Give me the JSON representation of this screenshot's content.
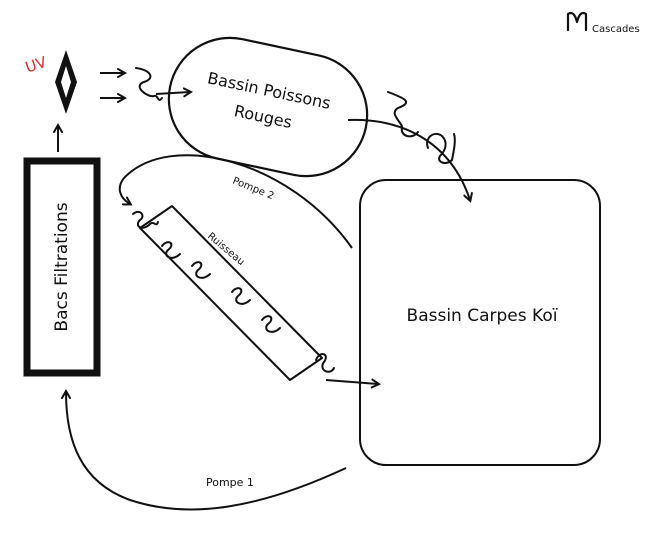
{
  "brand": {
    "logo_letter": "M",
    "name": "Cascades"
  },
  "labels": {
    "uv": "UV",
    "filtration": "Bacs Filtrations",
    "goldfish_pond_line1": "Bassin Poissons",
    "goldfish_pond_line2": "Rouges",
    "koi_pond": "Bassin Carpes Koï",
    "stream": "Ruisseau",
    "pump1": "Pompe 1",
    "pump2": "Pompe 2"
  },
  "colors": {
    "stroke": "#111111",
    "uv": "#d32f2f",
    "background": "#ffffff"
  }
}
